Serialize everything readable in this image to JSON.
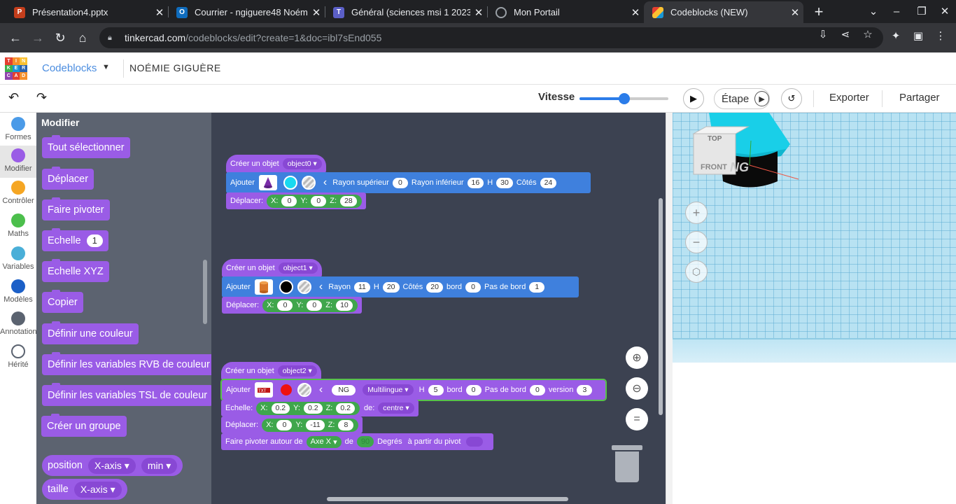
{
  "browser": {
    "tabs": [
      {
        "title": "Présentation4.pptx",
        "icon": "powerpoint-icon",
        "color": "#c43e1c"
      },
      {
        "title": "Courrier - ngiguere48 Noémie",
        "icon": "outlook-icon",
        "color": "#0f6cbd"
      },
      {
        "title": "Général (sciences msi 1 2023)",
        "icon": "teams-icon",
        "color": "#5b5fc7"
      },
      {
        "title": "Mon Portail",
        "icon": "globe-icon",
        "color": "#9aa0a6"
      },
      {
        "title": "Codeblocks (NEW)",
        "icon": "tinkercad-icon",
        "color": "#e33"
      }
    ],
    "url_host": "tinkercad.com",
    "url_path": "/codeblocks/edit?create=1&doc=ibl7sEnd055"
  },
  "app": {
    "logo_letters": [
      "T",
      "I",
      "N",
      "K",
      "E",
      "R",
      "C",
      "A",
      "D"
    ],
    "logo_colors": [
      "#e43f30",
      "#f58f2a",
      "#fbc131",
      "#3cb24a",
      "#1a96d4",
      "#2a62ae",
      "#8e44ad",
      "#e43f30",
      "#f58f2a"
    ],
    "name": "Codeblocks",
    "user": "NOÉMIE GIGUÈRE"
  },
  "toolbar": {
    "speed_label": "Vitesse",
    "speed_value": 0.5,
    "step_label": "Étape",
    "export_label": "Exporter",
    "share_label": "Partager"
  },
  "categories": [
    {
      "label": "Formes",
      "color": "#4b9be8"
    },
    {
      "label": "Modifier",
      "color": "#9a5ce6"
    },
    {
      "label": "Contrôler",
      "color": "#f5a623"
    },
    {
      "label": "Maths",
      "color": "#4cbf4c"
    },
    {
      "label": "Variables",
      "color": "#4aafd8"
    },
    {
      "label": "Modèles",
      "color": "#1b5fc7"
    },
    {
      "label": "Annotation",
      "color": "#5b6370"
    },
    {
      "label": "Hérité",
      "color": "#ffffff"
    }
  ],
  "flyout": {
    "title": "Modifier",
    "blocks": [
      "Tout sélectionner",
      "Déplacer",
      "Faire pivoter",
      "Echelle",
      "Echelle XYZ",
      "Copier",
      "Définir une couleur",
      "Définir les variables RVB de couleur",
      "Définir les variables TSL de couleur",
      "Créer un groupe"
    ],
    "echelle_value": "1",
    "position_label": "position",
    "position_axis": "X-axis",
    "position_mode": "min",
    "size_label": "taille",
    "size_axis": "X-axis"
  },
  "workspace": {
    "create_label": "Créer un objet",
    "add_label": "Ajouter",
    "move_label": "Déplacer:",
    "obj0": {
      "name": "object0",
      "top_radius_label": "Rayon supérieur",
      "top_radius": "0",
      "bottom_radius_label": "Rayon inférieur",
      "bottom_radius": "16",
      "h_label": "H",
      "h": "30",
      "sides_label": "Côtés",
      "sides": "24",
      "color": "#19d9f0",
      "x": "0",
      "y": "0",
      "z": "28"
    },
    "obj1": {
      "name": "object1",
      "radius_label": "Rayon",
      "radius": "11",
      "h_label": "H",
      "h": "20",
      "sides_label": "Côtés",
      "sides": "20",
      "bevel_label": "bord",
      "bevel": "0",
      "bevel_steps_label": "Pas de bord",
      "bevel_steps": "1",
      "color": "#000000",
      "x": "0",
      "y": "0",
      "z": "10"
    },
    "obj2": {
      "name": "object2",
      "text": "NG",
      "font": "Multilingue",
      "h_label": "H",
      "h": "5",
      "bevel_label": "bord",
      "bevel": "0",
      "bevel_steps_label": "Pas de bord",
      "bevel_steps": "0",
      "version_label": "version",
      "version": "3",
      "color": "#ee1111",
      "scale_label": "Echelle:",
      "sx": "0.2",
      "sy": "0.2",
      "sz": "0.2",
      "from_label": "de:",
      "from": "centre",
      "x": "0",
      "y": "-11",
      "z": "8",
      "rotate_label": "Faire pivoter autour de",
      "axis": "Axe X",
      "of_label": "de",
      "angle": "90",
      "degrees_label": "Degrés",
      "pivot_label": "à partir du pivot"
    },
    "axis_x": "X:",
    "axis_y": "Y:",
    "axis_z": "Z:"
  },
  "viewer": {
    "cube_top": "TOP",
    "cube_front": "FRONT",
    "model_text": "NG"
  }
}
